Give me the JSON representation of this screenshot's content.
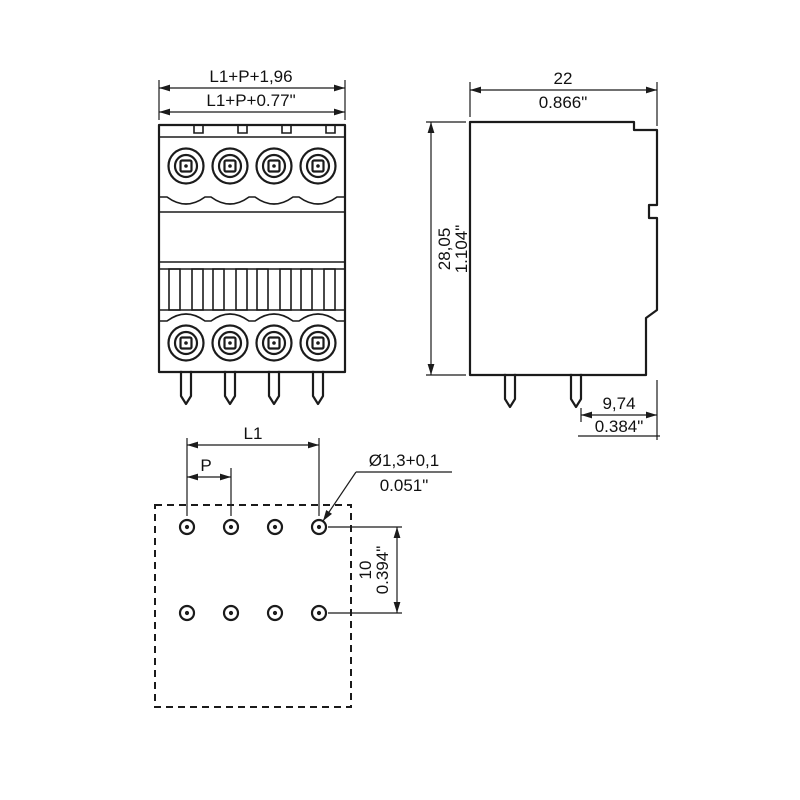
{
  "drawing": {
    "front_view": {
      "dim_overall_mm": "L1+P+1,96",
      "dim_overall_inch": "L1+P+0.77\""
    },
    "side_view": {
      "dim_depth_mm": "22",
      "dim_depth_inch": "0.866\"",
      "dim_height_mm": "28,05",
      "dim_height_inch": "1.104\"",
      "dim_pin_edge_mm": "9,74",
      "dim_pin_edge_inch": "0.384\""
    },
    "footprint": {
      "dim_l1": "L1",
      "dim_p": "P",
      "dim_hole_mm": "Ø1,3+0,1",
      "dim_hole_inch": "0.051\"",
      "dim_row_mm": "10",
      "dim_row_inch": "0.394\""
    },
    "colors": {
      "line": "#1b1b1b",
      "background": "#ffffff"
    }
  }
}
